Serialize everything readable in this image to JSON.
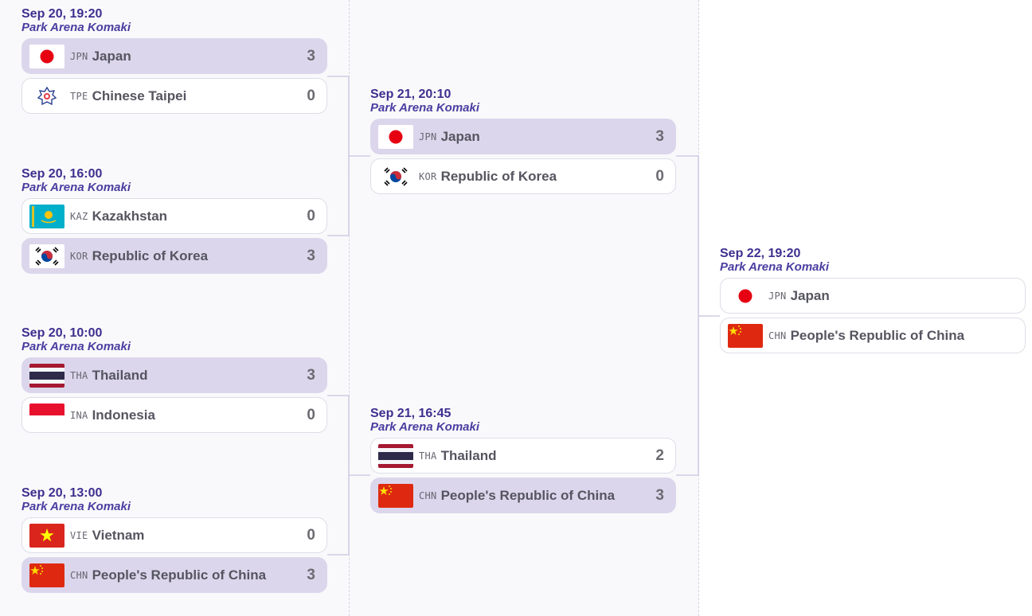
{
  "colors": {
    "accent": "#3e2f8f",
    "winner_row": "#dcd6ec",
    "connector": "#d0cce4"
  },
  "matches": {
    "r1m1": {
      "date": "Sep 20, 19:20",
      "venue": "Park Arena Komaki",
      "team1": {
        "code": "JPN",
        "name": "Japan",
        "score": "3",
        "flag": "japan-flag-icon"
      },
      "team2": {
        "code": "TPE",
        "name": "Chinese Taipei",
        "score": "0",
        "flag": "chinese-taipei-flag-icon"
      }
    },
    "r1m2": {
      "date": "Sep 20, 16:00",
      "venue": "Park Arena Komaki",
      "team1": {
        "code": "KAZ",
        "name": "Kazakhstan",
        "score": "0",
        "flag": "kazakhstan-flag-icon"
      },
      "team2": {
        "code": "KOR",
        "name": "Republic of Korea",
        "score": "3",
        "flag": "korea-flag-icon"
      }
    },
    "r1m3": {
      "date": "Sep 20, 10:00",
      "venue": "Park Arena Komaki",
      "team1": {
        "code": "THA",
        "name": "Thailand",
        "score": "3",
        "flag": "thailand-flag-icon"
      },
      "team2": {
        "code": "INA",
        "name": "Indonesia",
        "score": "0",
        "flag": "indonesia-flag-icon"
      }
    },
    "r1m4": {
      "date": "Sep 20, 13:00",
      "venue": "Park Arena Komaki",
      "team1": {
        "code": "VIE",
        "name": "Vietnam",
        "score": "0",
        "flag": "vietnam-flag-icon"
      },
      "team2": {
        "code": "CHN",
        "name": "People's Republic of China",
        "score": "3",
        "flag": "china-flag-icon"
      }
    },
    "r2m1": {
      "date": "Sep 21, 20:10",
      "venue": "Park Arena Komaki",
      "team1": {
        "code": "JPN",
        "name": "Japan",
        "score": "3",
        "flag": "japan-flag-icon"
      },
      "team2": {
        "code": "KOR",
        "name": "Republic of Korea",
        "score": "0",
        "flag": "korea-flag-icon"
      }
    },
    "r2m2": {
      "date": "Sep 21, 16:45",
      "venue": "Park Arena Komaki",
      "team1": {
        "code": "THA",
        "name": "Thailand",
        "score": "2",
        "flag": "thailand-flag-icon"
      },
      "team2": {
        "code": "CHN",
        "name": "People's Republic of China",
        "score": "3",
        "flag": "china-flag-icon"
      }
    },
    "final": {
      "date": "Sep 22, 19:20",
      "venue": "Park Arena Komaki",
      "team1": {
        "code": "JPN",
        "name": "Japan",
        "score": "",
        "flag": "japan-flag-icon"
      },
      "team2": {
        "code": "CHN",
        "name": "People's Republic of China",
        "score": "",
        "flag": "china-flag-icon"
      }
    }
  }
}
